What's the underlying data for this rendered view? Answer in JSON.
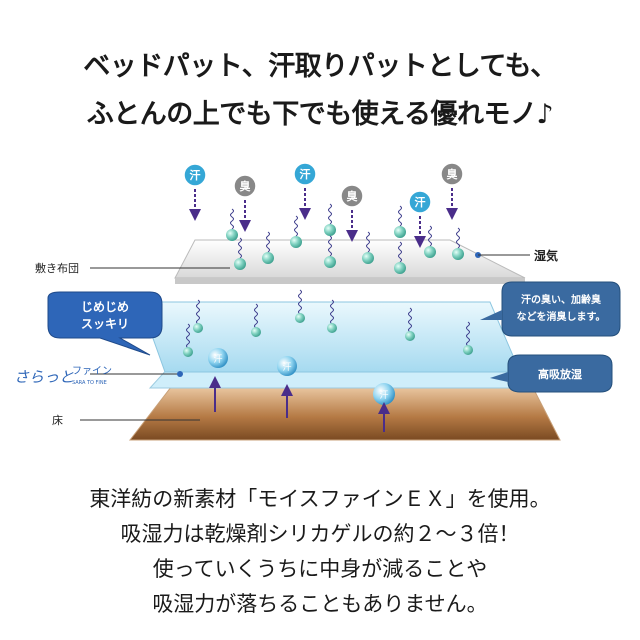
{
  "headline": {
    "line1": "ベッドパット、汗取りパットとしても、",
    "line2": "ふとんの上でも下でも使える優れモノ♪"
  },
  "diagram": {
    "labels": {
      "futon": "敷き布団",
      "moisture": "湿気",
      "floor": "床"
    },
    "sources": [
      "汗",
      "臭",
      "汗",
      "臭",
      "汗",
      "臭"
    ],
    "bubbles": {
      "jimejime": [
        "じめじめ",
        "スッキリ"
      ],
      "deodorize": [
        "汗の臭い、加齢臭",
        "などを消臭します。"
      ],
      "absorb": "高吸放湿"
    },
    "logo": {
      "main": "さらっと",
      "sub": "ファイン",
      "small": "SARA TO FINE"
    },
    "colors": {
      "bubble_blue": "#2e66b8",
      "dark_bubble": "#3a6aa0",
      "sweat_icon": "#35a7d6",
      "odor_icon": "#888888",
      "arrow": "#4a2d8a"
    }
  },
  "body": {
    "line1": "東洋紡の新素材「モイスファインＥＸ」を使用。",
    "line2": "吸湿力は乾燥剤シリカゲルの約２～３倍！",
    "line3": "使っていくうちに中身が減ることや",
    "line4": "吸湿力が落ちることもありません。"
  }
}
